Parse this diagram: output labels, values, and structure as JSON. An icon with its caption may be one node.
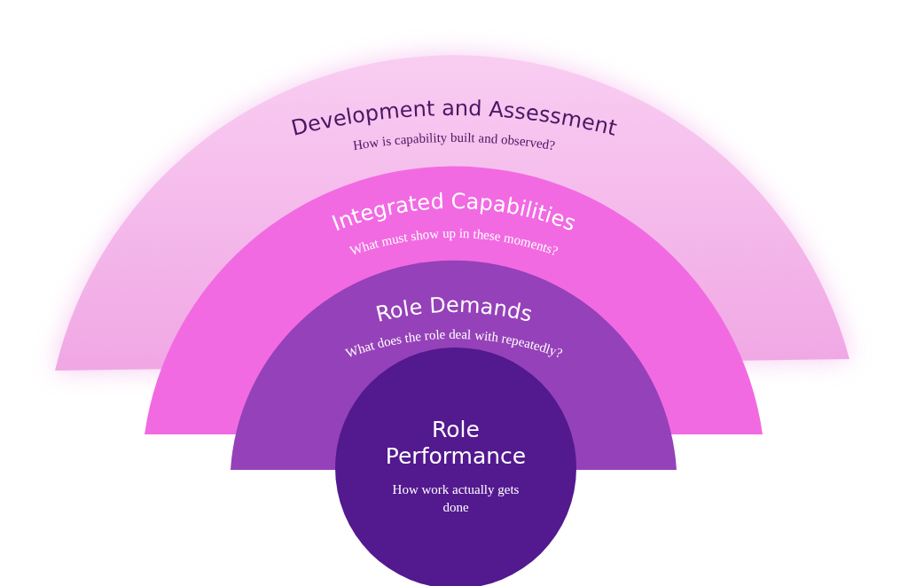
{
  "diagram": {
    "nodes": [
      {
        "text": [
          "Development and Assessment",
          "How is capability built and observed?"
        ]
      },
      {
        "text": [
          "Integrated Capabilities",
          "What must show up in these moments?"
        ]
      },
      {
        "text": [
          "Role Demands",
          "What does the role deal with repeatedly?"
        ]
      },
      {
        "text": [
          "Role Performance",
          "How work actually gets done"
        ]
      }
    ]
  }
}
